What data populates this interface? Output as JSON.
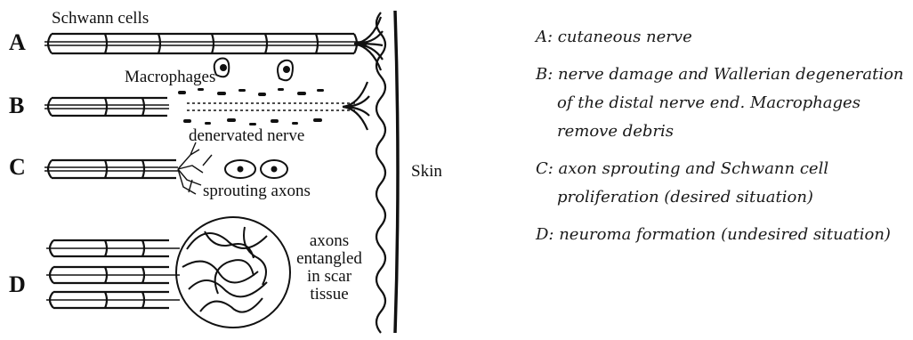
{
  "rows": [
    "A",
    "B",
    "C",
    "D"
  ],
  "labels": {
    "schwann_cells": "Schwann cells",
    "macrophages": "Macrophages",
    "denervated_nerve": "denervated nerve",
    "sprouting_axons": "sprouting axons",
    "skin": "Skin",
    "scar": [
      "axons",
      "entangled",
      "in scar",
      "tissue"
    ]
  },
  "legend": [
    "A: cutaneous nerve",
    "B: nerve damage and Wallerian degeneration of the distal nerve end. Macrophages remove debris",
    "C: axon sprouting and Schwann cell proliferation (desired situation)",
    "D: neuroma formation (undesired situation)"
  ]
}
